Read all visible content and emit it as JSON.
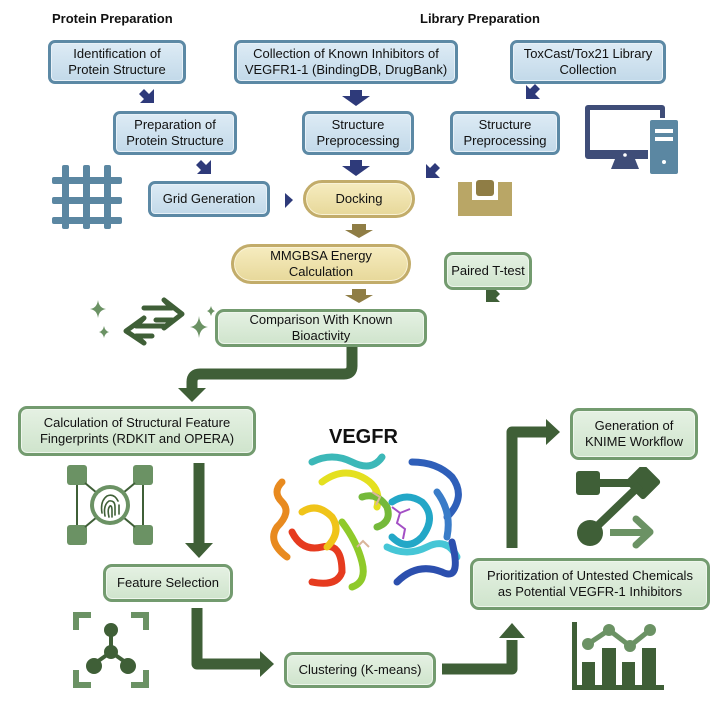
{
  "headings": {
    "protein_preparation": "Protein Preparation",
    "library_preparation": "Library Preparation"
  },
  "nodes": {
    "identification": "Identification of\nProtein Structure",
    "collection_known": "Collection of Known Inhibitors of\nVEGFR1-1 (BindingDB, DrugBank)",
    "toxcast": "ToxCast/Tox21 Library\nCollection",
    "prep_protein": "Preparation of\nProtein Structure",
    "structure_pre_1": "Structure\nPreprocessing",
    "structure_pre_2": "Structure\nPreprocessing",
    "grid_generation": "Grid Generation",
    "docking": "Docking",
    "mmgbsa": "MMGBSA Energy Calculation",
    "paired_ttest": "Paired T-test",
    "comparison": "Comparison With Known Bioactivity",
    "fingerprints": "Calculation of Structural Feature\nFingerprints (RDKIT and OPERA)",
    "feature_selection": "Feature Selection",
    "clustering": "Clustering (K-means)",
    "prioritization": "Prioritization of Untested Chemicals\nas Potential VEGFR-1 Inhibitors",
    "knime": "Generation of\nKNIME Workflow"
  },
  "protein_label": "VEGFR",
  "icons": {
    "grid": "grid-icon",
    "computer": "desktop-computer-icon",
    "box": "ligand-box-icon",
    "exchange": "exchange-arrows-sparkle-icon",
    "fingerprint": "fingerprint-network-icon",
    "molecule": "molecule-focus-icon",
    "workflow": "workflow-nodes-icon",
    "chart": "bar-line-chart-icon",
    "protein": "protein-ribbon-structure"
  },
  "colors": {
    "blue_arrow": "#2e3a7a",
    "gold_arrow": "#8f7d45",
    "green_arrow": "#3f5f37",
    "blue_icon": "#5b87a2",
    "navy_icon": "#3f4d78",
    "gold_icon": "#b9a666",
    "green_icon_light": "#6b9264",
    "green_icon_dark": "#3f5f37"
  }
}
